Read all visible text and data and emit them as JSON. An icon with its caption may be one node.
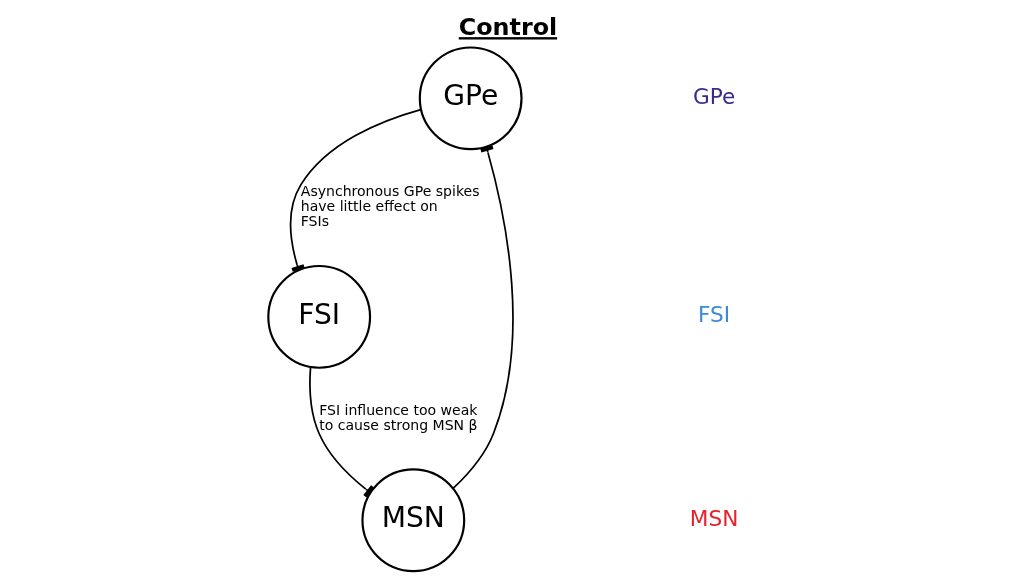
{
  "diagram": {
    "title": "Control",
    "nodes": [
      {
        "text": [
          "GPe"
        ]
      },
      {
        "text": [
          "FSI"
        ]
      },
      {
        "text": [
          "MSN"
        ]
      }
    ],
    "edges": [
      {
        "from": 0,
        "to": 1,
        "arrow": "other",
        "label": "Asynchronous GPe spikes have little effect on FSIs"
      },
      {
        "from": 1,
        "to": 2,
        "arrow": "other",
        "label": "FSI influence too weak to cause strong MSN β"
      },
      {
        "from": 2,
        "to": 0,
        "arrow": "other"
      }
    ],
    "labels": [
      "GPe",
      "FSI",
      "MSN"
    ]
  }
}
